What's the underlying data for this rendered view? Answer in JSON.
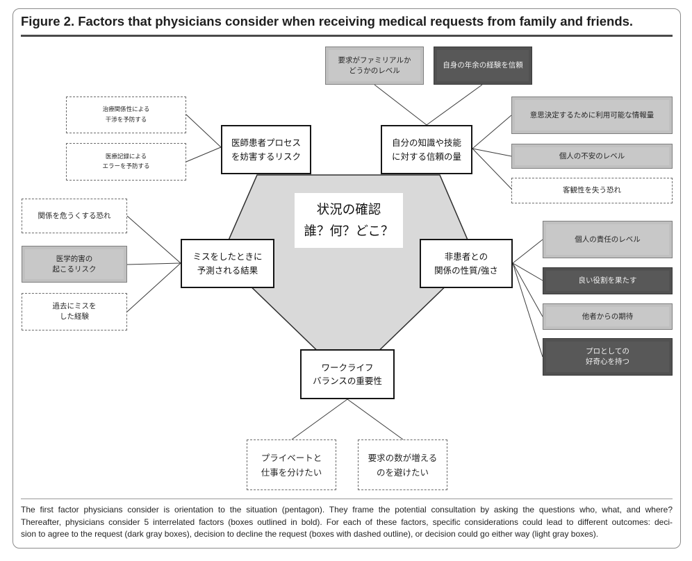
{
  "figure": {
    "title": "Figure 2. Factors that physicians consider when receiving medical requests from family and friends.",
    "orientation": {
      "lines": [
        "状況の確認",
        "誰？何？どこ？"
      ]
    },
    "factors": [
      {
        "lines": [
          "医師患者プロセス",
          "を妨害するリスク"
        ],
        "outcomes": [
          {
            "lines": [
              "治療関係性による",
              "干渉を予防する"
            ]
          },
          {
            "lines": [
              "医療記録による",
              "エラーを予防する"
            ]
          }
        ]
      },
      {
        "lines": [
          "自分の知識や技能",
          "に対する信頼の量"
        ],
        "outcomes": [
          {
            "lines": [
              "要求がファミリアルか",
              "どうかのレベル"
            ]
          },
          {
            "lines": [
              "自身の年余の経験を信頼"
            ]
          },
          {
            "lines": [
              "意思決定するために利用可能な情報量"
            ]
          },
          {
            "lines": [
              "個人の不安のレベル"
            ]
          },
          {
            "lines": [
              "客観性を失う恐れ"
            ]
          }
        ]
      },
      {
        "lines": [
          "ミスをしたときに",
          "予測される結果"
        ],
        "outcomes": [
          {
            "lines": [
              "関係を危うくする恐れ"
            ]
          },
          {
            "lines": [
              "医学的害の",
              "起こるリスク"
            ]
          },
          {
            "lines": [
              "過去にミスを",
              "した経験"
            ]
          }
        ]
      },
      {
        "lines": [
          "非患者との",
          "関係の性質/強さ"
        ],
        "outcomes": [
          {
            "lines": [
              "個人の責任のレベル"
            ]
          },
          {
            "lines": [
              "良い役割を果たす"
            ]
          },
          {
            "lines": [
              "他者からの期待"
            ]
          },
          {
            "lines": [
              "プロとしての",
              "好奇心を持つ"
            ]
          }
        ]
      },
      {
        "lines": [
          "ワークライフ",
          "バランスの重要性"
        ],
        "outcomes": [
          {
            "lines": [
              "プライベートと",
              "仕事を分けたい"
            ]
          },
          {
            "lines": [
              "要求の数が増える",
              "のを避けたい"
            ]
          }
        ]
      }
    ]
  },
  "caption": {
    "lines": [
      "The first factor physicians consider is orientation to the situation (pentagon). They frame the potential consultation by asking the questions who, what, and where?",
      "Thereafter, physicians consider 5 interrelated factors (boxes outlined in bold). For each of these factors, specific considerations could lead to different outcomes: deci-",
      "sion to agree to the request (dark gray boxes), decision to decline the request (boxes with dashed outline), or decision could go either way (light gray boxes)."
    ]
  },
  "colors": {
    "pentagon_fill": "#d9d9d9",
    "pentagon_stroke": "#2f2f2f",
    "light_box": "#c8c8c8",
    "dark_box": "#585858",
    "dark_box_text": "#f0f0f0",
    "factor_border": "#151515",
    "connector": "#3a3a3a"
  }
}
